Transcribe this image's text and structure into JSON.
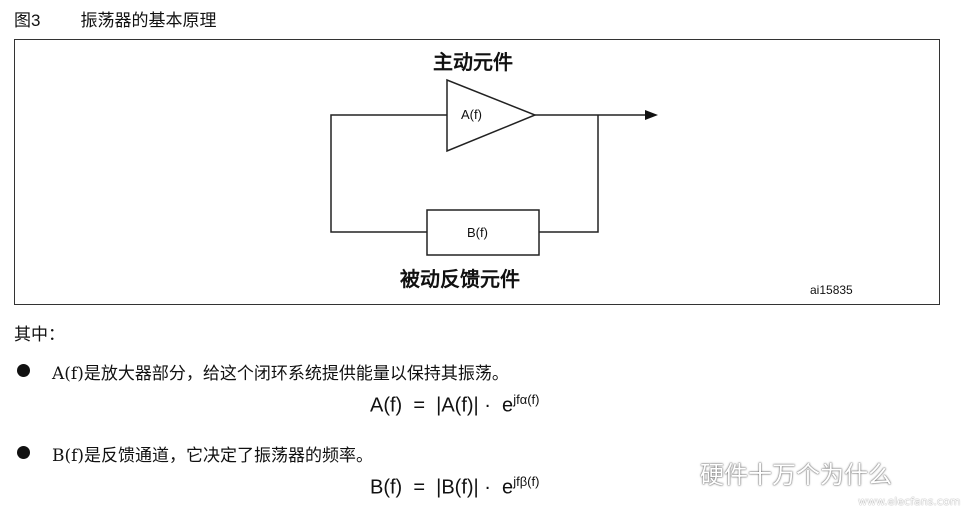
{
  "figure": {
    "number": "图3",
    "title": "振荡器的基本原理"
  },
  "diagram": {
    "active_label": "主动元件",
    "amplifier_label": "A(f)",
    "feedback_box_label": "B(f)",
    "passive_label": "被动反馈元件",
    "figure_id": "ai15835"
  },
  "body": {
    "intro": "其中：",
    "bullets": [
      {
        "text": "A(f)是放大器部分，给这个闭环系统提供能量以保持其振荡。",
        "formula_lhs": "A(f)  =  |A(f)| ·  e",
        "formula_exp": "jfα(f)"
      },
      {
        "text": "B(f)是反馈通道，它决定了振荡器的频率。",
        "formula_lhs": "B(f)  =  |B(f)| ·  e",
        "formula_exp": "jfβ(f)"
      }
    ]
  },
  "watermark": {
    "text": "硬件十万个为什么",
    "site": "www.elecfans.com"
  }
}
